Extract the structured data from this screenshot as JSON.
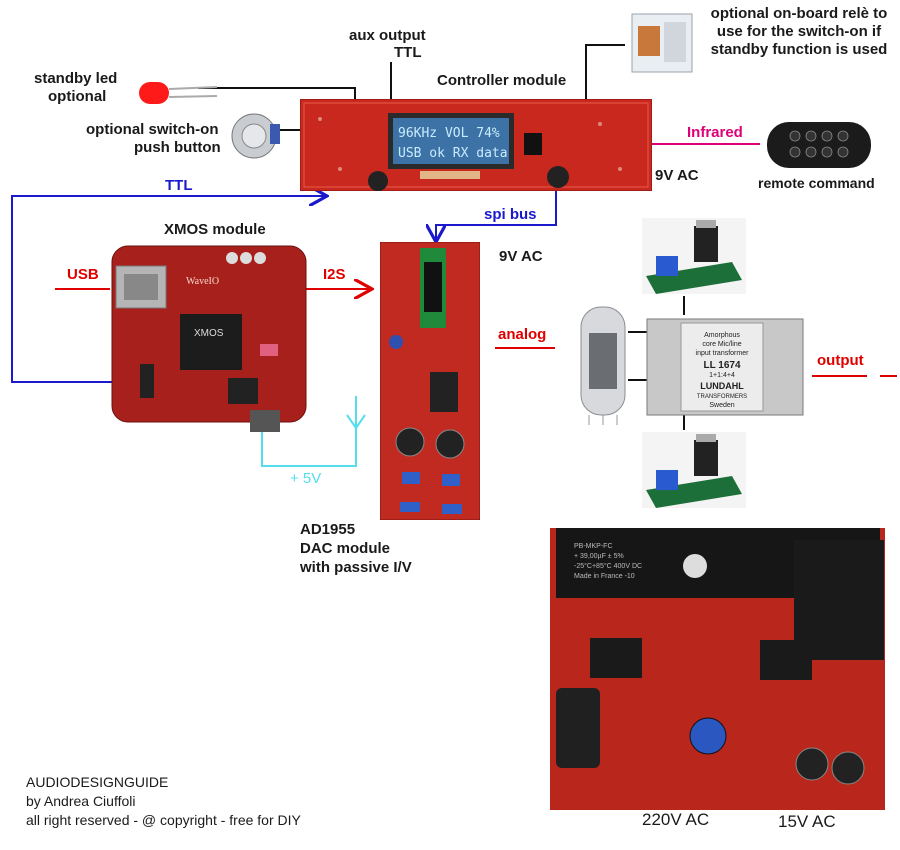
{
  "labels": {
    "aux_output": "aux output",
    "ttl_top": "TTL",
    "controller_module": "Controller module",
    "standby_led_1": "standby led",
    "standby_led_2": "optional",
    "switch_on_1": "optional switch-on",
    "switch_on_2": "push button",
    "relay_1": "optional on-board relè to",
    "relay_2": "use for the switch-on if",
    "relay_3": "standby function is used",
    "infrared": "Infrared",
    "remote_command": "remote command",
    "ac_controller": "9V AC",
    "ttl_left": "TTL",
    "spi_bus": "spi bus",
    "xmos_module": "XMOS module",
    "usb": "USB",
    "i2s": "I2S",
    "ac_dac": "9V AC",
    "analog": "analog",
    "output": "output",
    "plus5v": "+ 5V",
    "dac_1": "AD1955",
    "dac_2": "DAC module",
    "dac_3": "with passive I/V",
    "ac_220": "220V AC",
    "ac_15": "15V AC",
    "credit_1": "AUDIODESIGNGUIDE",
    "credit_2": "by Andrea Ciuffoli",
    "credit_3": "all right reserved - @ copyright - free for DIY"
  },
  "lcd": {
    "line1": "96KHz  VOL  74%",
    "line2": "USB ok   RX data"
  },
  "board_markings": {
    "xmos_chip": "XMOS",
    "wavelo": "WaveIO",
    "transformer_1": "Amorphous",
    "transformer_2": "core Mic/line",
    "transformer_3": "input transformer",
    "transformer_4": "LL 1674",
    "transformer_5": "1+1:4+4",
    "transformer_6": "LUNDAHL",
    "transformer_7": "TRANSFORMERS",
    "transformer_8": "Sweden",
    "cap_1": "PB-MKP-FC",
    "cap_2": "+ 39,00µF ± 5%",
    "cap_3": "-25°C+85°C 400V DC",
    "cap_4": "Made in France -10"
  },
  "colors": {
    "ttl_wire": "#1a1acc",
    "five_volt_wire": "#55ddee",
    "infrared_line": "#dd0077",
    "signal_arrow": "#e00000",
    "pcb_red": "#c8281e"
  }
}
